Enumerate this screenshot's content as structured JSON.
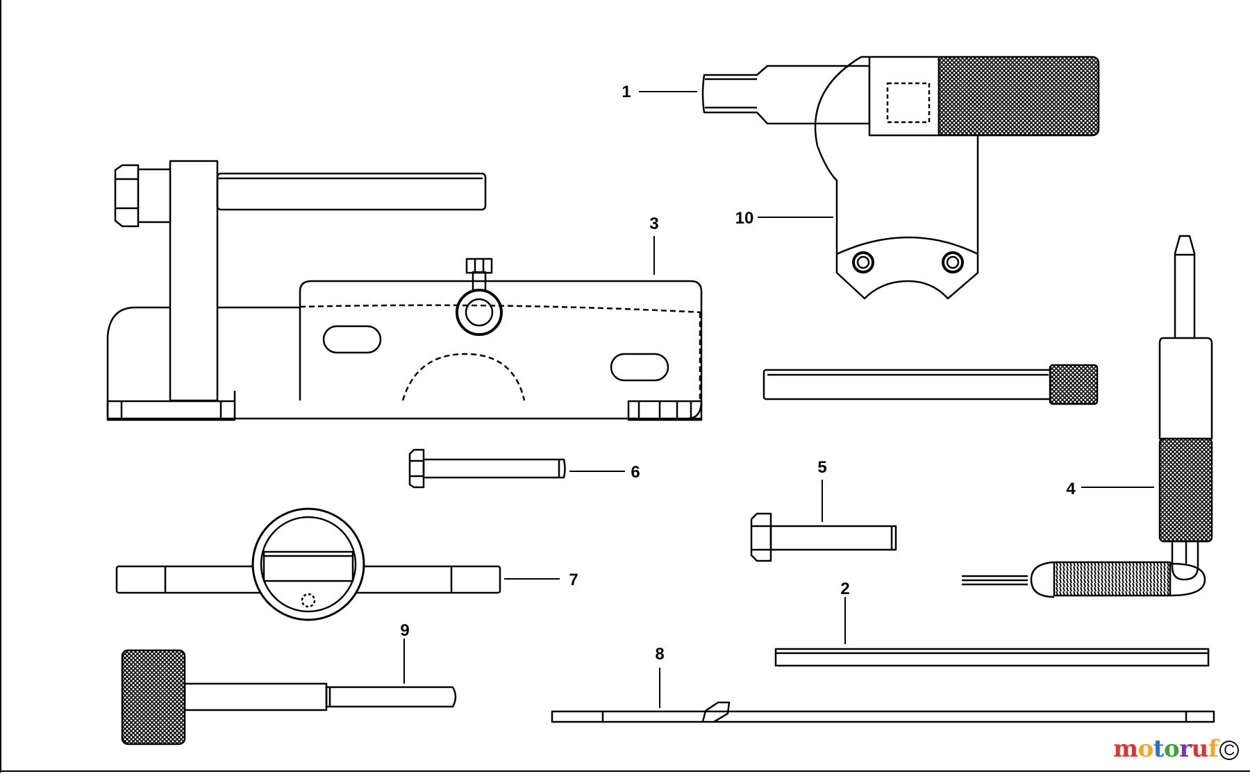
{
  "callouts": [
    {
      "id": "1",
      "label": "1"
    },
    {
      "id": "2",
      "label": "2"
    },
    {
      "id": "3",
      "label": "3"
    },
    {
      "id": "4",
      "label": "4"
    },
    {
      "id": "5",
      "label": "5"
    },
    {
      "id": "6",
      "label": "6"
    },
    {
      "id": "7",
      "label": "7"
    },
    {
      "id": "8",
      "label": "8"
    },
    {
      "id": "9",
      "label": "9"
    },
    {
      "id": "10",
      "label": "10"
    }
  ],
  "watermark": {
    "text": "motoruf",
    "colors": [
      "#e0322e",
      "#f5a623",
      "#2d6fd6",
      "#3aa335",
      "#7b2fbf",
      "#e0322e",
      "#f5a623"
    ]
  }
}
